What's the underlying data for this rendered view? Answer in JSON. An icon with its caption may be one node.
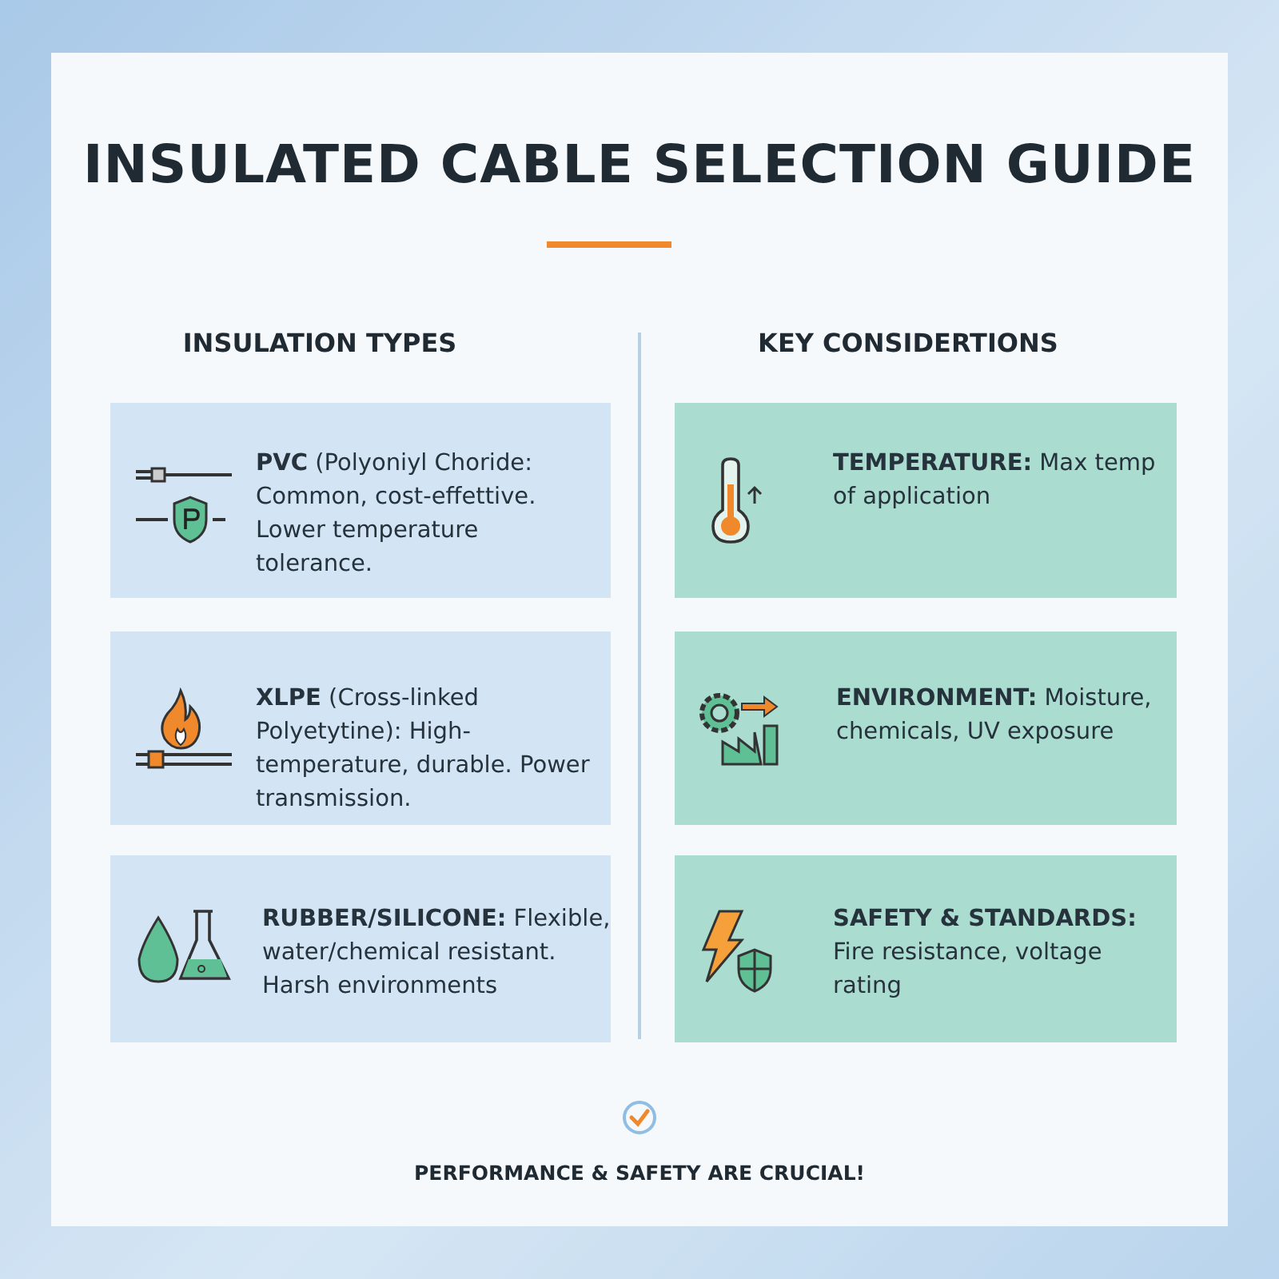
{
  "diagram": {
    "title": "INSULATED CABLE SELECTION GUIDE",
    "nodes": [
      {
        "text": [
          "**PVC** (Polyoniyl Choride: Common, cost-effettive. Lower temperature tolerance."
        ]
      },
      {
        "text": [
          "**XLPE** (Cross-linked Polyetytine): High-temperature, durable. Power transmission."
        ]
      },
      {
        "text": [
          "**RUBBER/SILICONE:** Flexible, water/chemical resistant. Harsh environments"
        ]
      },
      {
        "text": [
          "**TEMPERATURE:** Max temp of application"
        ]
      },
      {
        "text": [
          "**ENVIRONMENT:** Moisture, chemicals, UV exposure"
        ]
      },
      {
        "text": [
          "**SAFETY & STANDARDS:** Fire resistance, voltage rating"
        ]
      }
    ],
    "labels": [
      "INSULATION TYPES",
      "KEY CONSIDERTIONS",
      "PERFORMANCE & SAFETY ARE CRUCIAL!"
    ]
  }
}
